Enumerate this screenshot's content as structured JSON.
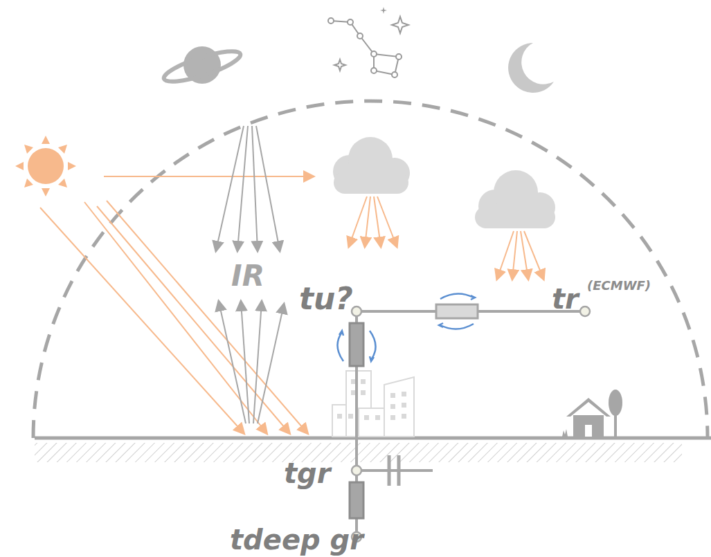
{
  "diagram": {
    "labels": [
      "IR",
      "tu?",
      "tr",
      "(ECMWF)",
      "tgr",
      "tdeep gr"
    ]
  }
}
